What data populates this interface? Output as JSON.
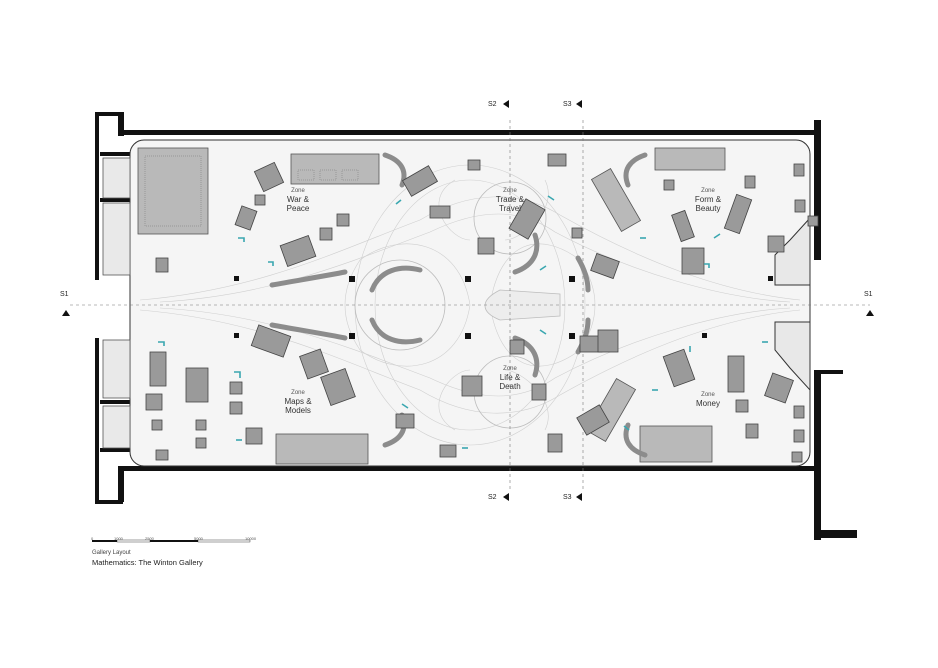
{
  "zones": [
    {
      "id": "war-peace",
      "kicker": "Zone",
      "name": [
        "War &",
        "Peace"
      ]
    },
    {
      "id": "trade-travel",
      "kicker": "Zone",
      "name": [
        "Trade &",
        "Travel"
      ]
    },
    {
      "id": "form-beauty",
      "kicker": "Zone",
      "name": [
        "Form &",
        "Beauty"
      ]
    },
    {
      "id": "maps-models",
      "kicker": "Zone",
      "name": [
        "Maps &",
        "Models"
      ]
    },
    {
      "id": "life-death",
      "kicker": "Zone",
      "name": [
        "Life &",
        "Death"
      ]
    },
    {
      "id": "money",
      "kicker": "Zone",
      "name": [
        "Money"
      ]
    }
  ],
  "sections": {
    "s1": "S1",
    "s2": "S2",
    "s3": "S3"
  },
  "scale_bar": {
    "ticks": [
      "0",
      "1000",
      "2500",
      "5000",
      "10000"
    ]
  },
  "caption": {
    "subtitle": "Gallery Layout",
    "title": "Mathematics: The Winton Gallery"
  },
  "colors": {
    "wall": "#111111",
    "floor": "#f4f4f4",
    "case": "#b9b9b9",
    "plinth": "#8c8c8c",
    "accent": "#3aa7b0",
    "flow": "#cfcfcf"
  }
}
